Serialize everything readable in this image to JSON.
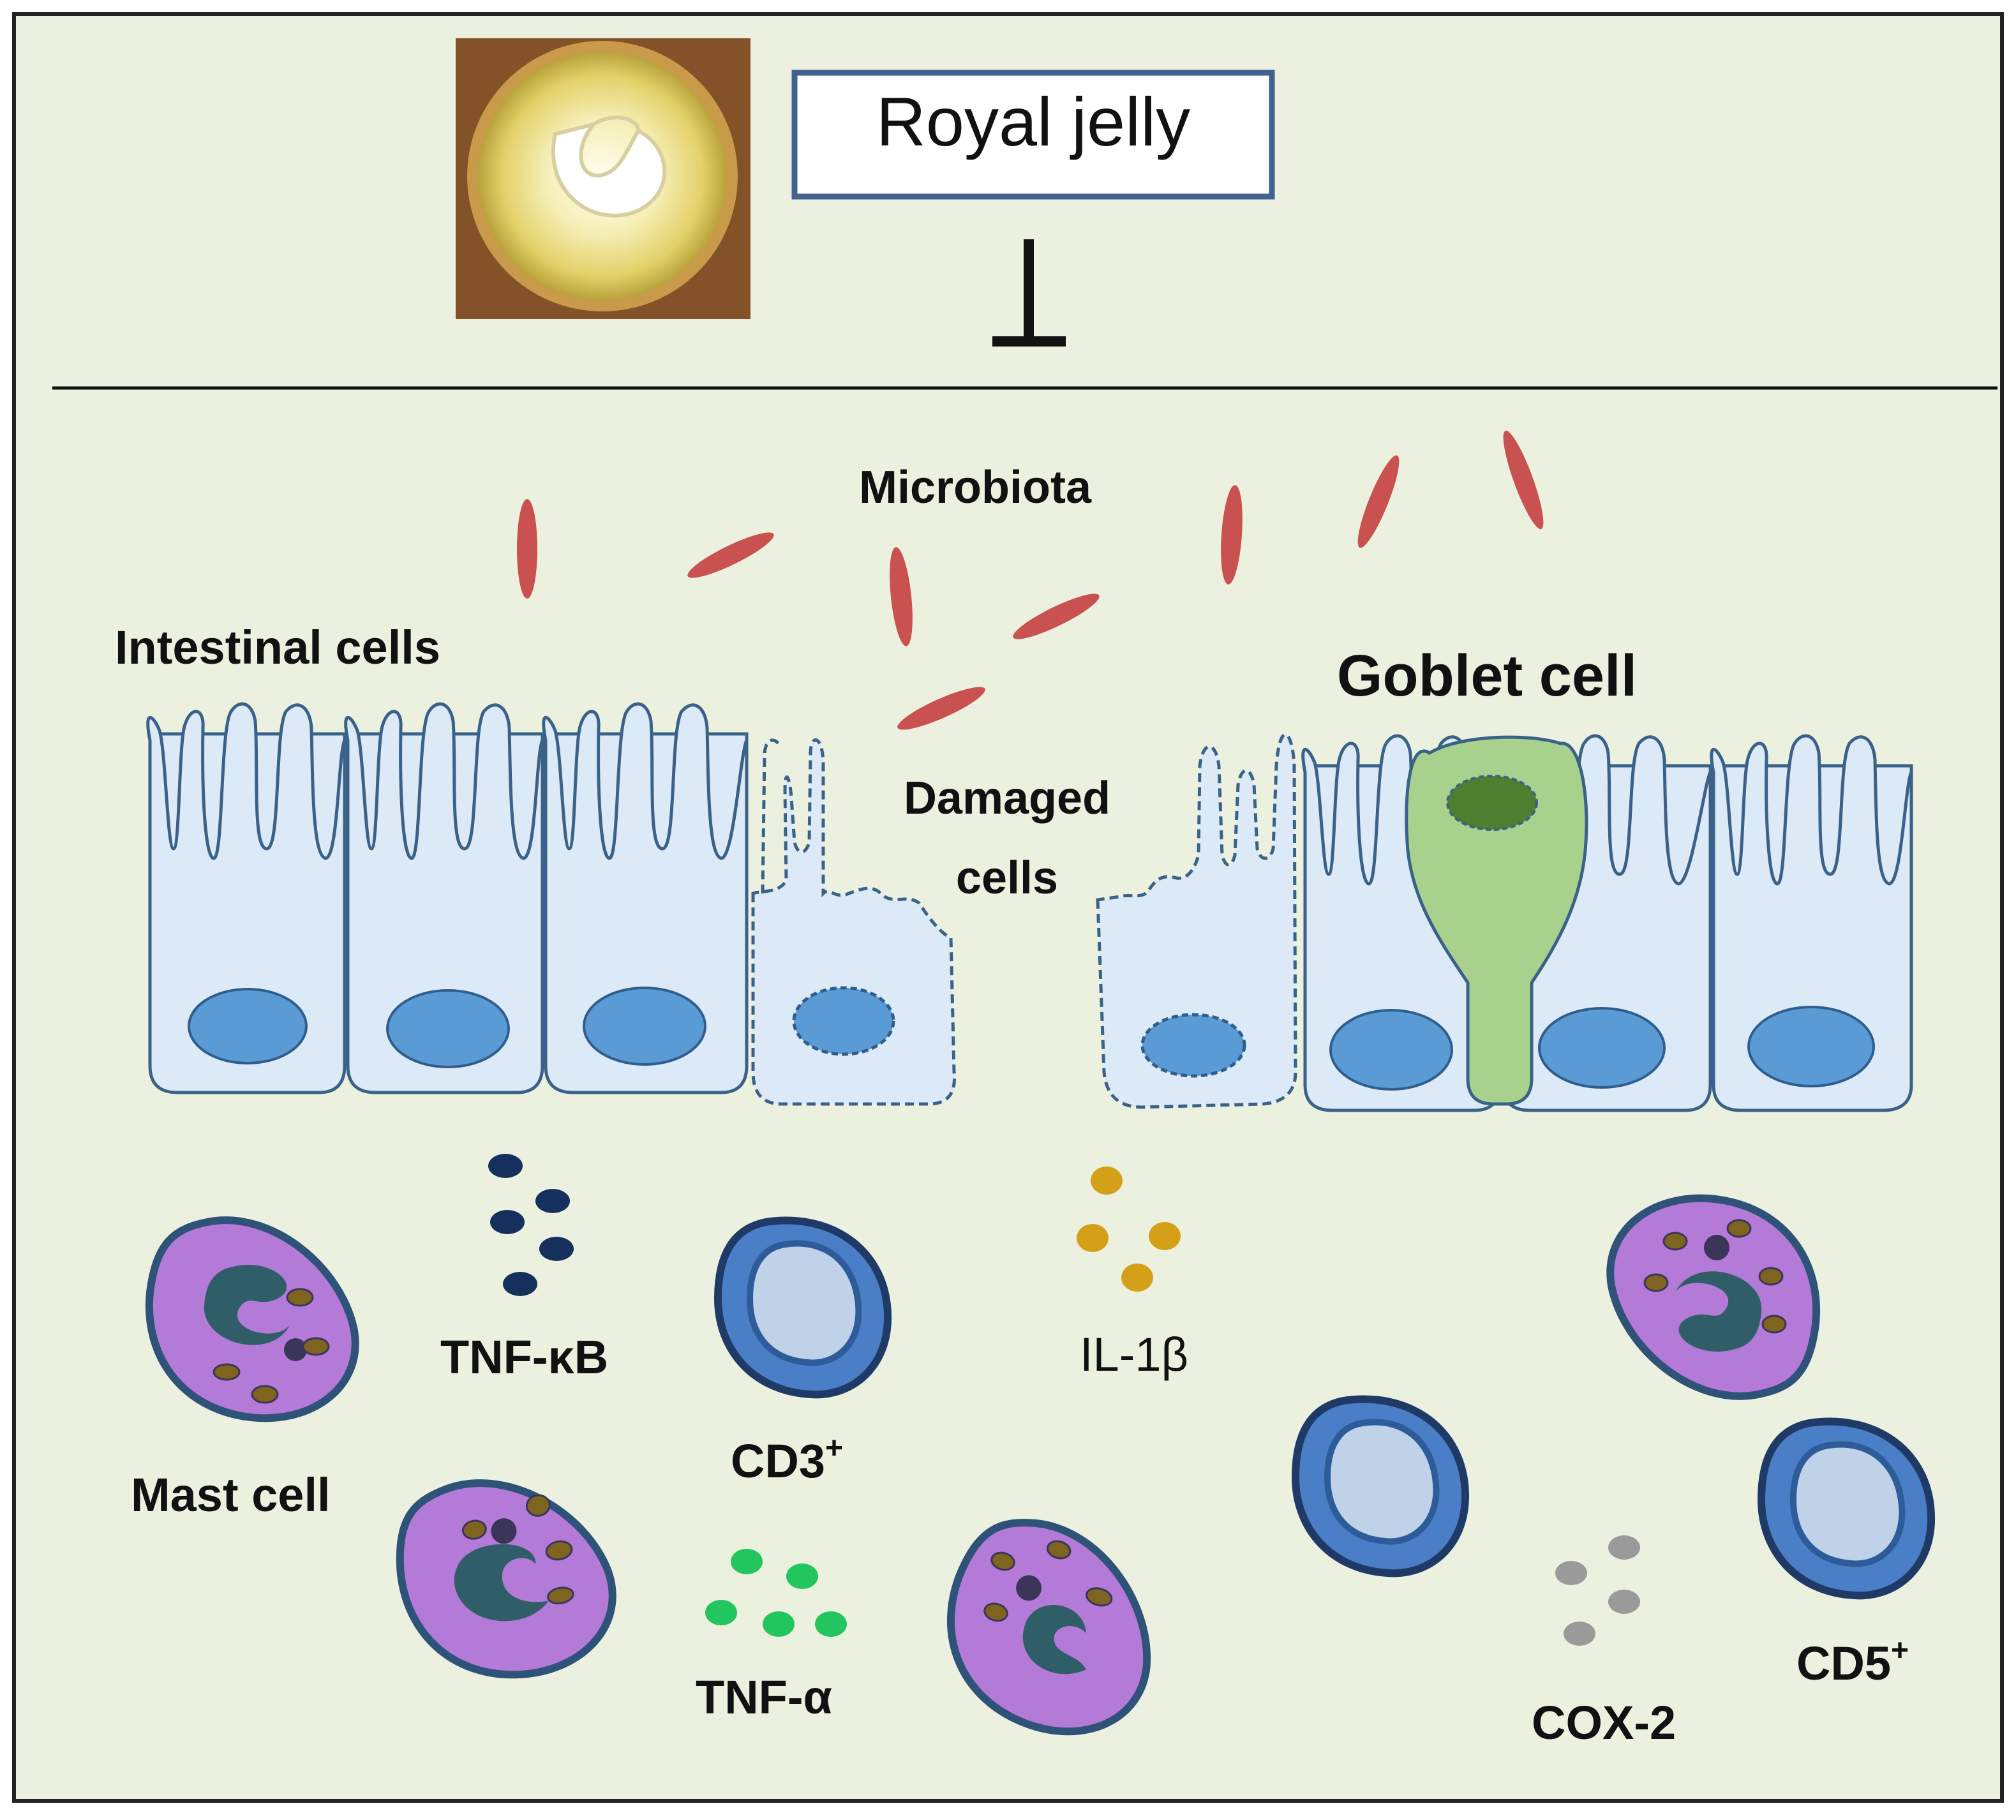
{
  "header": {
    "title": "Royal jelly",
    "photo_icon": "royal-jelly-photo",
    "inhibition_icon": "inhibition-t-bar"
  },
  "labels": {
    "microbiota": "Microbiota",
    "intestinal_cells": "Intestinal cells",
    "goblet_cell": "Goblet cell",
    "damaged_cells_line1": "Damaged",
    "damaged_cells_line2": "cells",
    "mast_cell": "Mast cell",
    "tnf_kb": "TNF-κB",
    "il_1b": "IL-1β",
    "cd3": "CD3",
    "cd3_sup": "+",
    "tnf_a": "TNF-α",
    "cox_2": "COX-2",
    "cd5": "CD5",
    "cd5_sup": "+"
  },
  "colors": {
    "background": "#ecf1df",
    "frame": "#222222",
    "title_box_border": "#41618f",
    "bacteria": "#c9514f",
    "epithelium_fill": "#dce9f6",
    "epithelium_stroke": "#3a6288",
    "nucleus": "#5b9bd5",
    "goblet_fill": "#a9d18e",
    "goblet_nucleus": "#4e7f2f",
    "mast_fill": "#b47ad8",
    "mast_stroke": "#2e5278",
    "mast_nucleus": "#2f5e68",
    "mast_granule": "#7f6420",
    "lymph_outer": "#4a7ec6",
    "lymph_inner": "#c0d2e8",
    "tnf_kb_dots": "#16305e",
    "il_1b_dots": "#d4a017",
    "tnf_a_dots": "#22c55e",
    "cox_2_dots": "#9a9a9a"
  }
}
